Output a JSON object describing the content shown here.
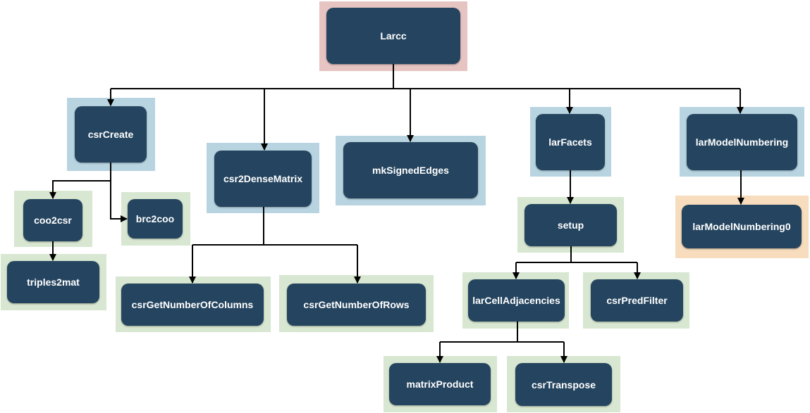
{
  "nodes": {
    "larcc": "Larcc",
    "csrCreate": "csrCreate",
    "csr2DenseMatrix": "csr2DenseMatrix",
    "mkSignedEdges": "mkSignedEdges",
    "larFacets": "larFacets",
    "larModelNumbering": "larModelNumbering",
    "coo2csr": "coo2csr",
    "brc2coo": "brc2coo",
    "triples2mat": "triples2mat",
    "csrGetNumberOfColumns": "csrGetNumberOfColumns",
    "csrGetNumberOfRows": "csrGetNumberOfRows",
    "setup": "setup",
    "larModelNumbering0": "larModelNumbering0",
    "larCellAdjacencies": "larCellAdjacencies",
    "csrPredFilter": "csrPredFilter",
    "matrixProduct": "matrixProduct",
    "csrTranspose": "csrTranspose"
  },
  "colors": {
    "node_fill": "#24445f",
    "node_text": "#ffffff",
    "halo_root": "#e6c4c2",
    "halo_level1": "#b8d4e1",
    "halo_leaf": "#d8e7d1",
    "halo_special": "#f7dcbd",
    "edge": "#000000"
  }
}
